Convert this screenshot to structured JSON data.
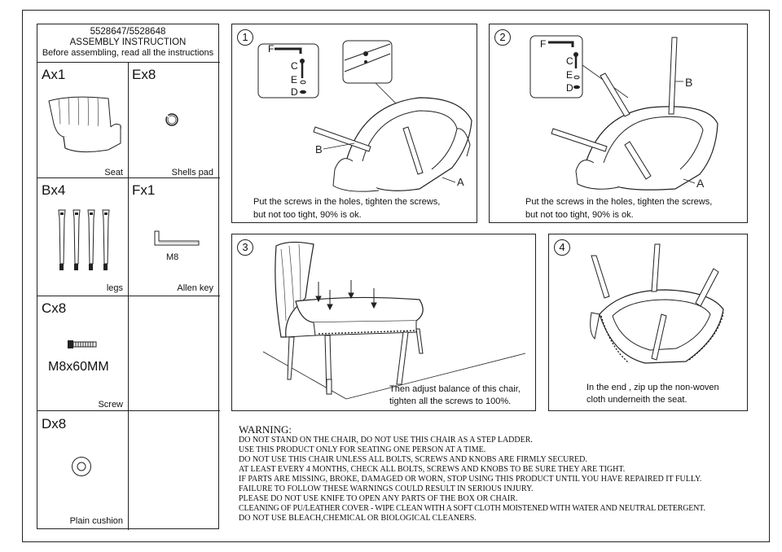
{
  "header": {
    "model": "5528647/5528648",
    "title": "ASSEMBLY INSTRUCTION",
    "subtitle": "Before assembling, read all the instructions"
  },
  "parts": [
    {
      "code": "Ax1",
      "name": "Seat",
      "icon": "seat-icon"
    },
    {
      "code": "Ex8",
      "name": "Shells pad",
      "icon": "shell-pad-icon"
    },
    {
      "code": "Bx4",
      "name": "legs",
      "icon": "legs-icon"
    },
    {
      "code": "Fx1",
      "name": "Allen key",
      "icon": "allen-key-icon",
      "size": "M8"
    },
    {
      "code": "Cx8",
      "name": "Screw",
      "icon": "screw-icon",
      "size": "M8x60MM"
    },
    {
      "code": "Dx8",
      "name": "Plain cushion",
      "icon": "washer-icon"
    }
  ],
  "steps": [
    {
      "number": "1",
      "labels": [
        "F",
        "C",
        "E",
        "D",
        "B",
        "A"
      ],
      "caption_lines": [
        "Put the screws in the holes, tighten the screws,",
        "but not too tight, 90% is ok."
      ]
    },
    {
      "number": "2",
      "labels": [
        "F",
        "C",
        "E",
        "D",
        "B",
        "A"
      ],
      "caption_lines": [
        "Put the screws in the holes, tighten the screws,",
        "but not too tight, 90% is ok."
      ]
    },
    {
      "number": "3",
      "caption_lines": [
        "Then adjust balance of this chair,",
        "tighten all the screws to 100%."
      ]
    },
    {
      "number": "4",
      "caption_lines": [
        "In the end , zip up the non-woven",
        "cloth underneith the seat."
      ]
    }
  ],
  "warning": {
    "title": "WARNING:",
    "lines": [
      "DO NOT STAND ON THE CHAIR, DO NOT USE THIS CHAIR AS A STEP LADDER.",
      "USE THIS PRODUCT ONLY FOR SEATING ONE PERSON AT A TIME.",
      "DO NOT USE THIS CHAIR UNLESS ALL BOLTS, SCREWS AND KNOBS ARE FIRMLY SECURED.",
      "AT LEAST EVERY 4 MONTHS, CHECK ALL BOLTS, SCREWS AND KNOBS TO BE SURE THEY ARE TIGHT.",
      "IF PARTS ARE MISSING, BROKE, DAMAGED OR WORN, STOP USING THIS PRODUCT UNTIL YOU HAVE REPAIRED IT FULLY.",
      "FAILURE TO FOLLOW THESE WARNINGS COULD RESULT IN SERIOUS INJURY.",
      "PLEASE DO NOT USE KNIFE TO OPEN ANY PARTS OF THE BOX OR CHAIR.",
      "CLEANING OF PU/LEATHER COVER - WIPE CLEAN WITH A SOFT CLOTH MOISTENED WITH WATER AND NEUTRAL DETERGENT.",
      "DO NOT USE BLEACH,CHEMICAL OR BIOLOGICAL CLEANERS."
    ]
  }
}
